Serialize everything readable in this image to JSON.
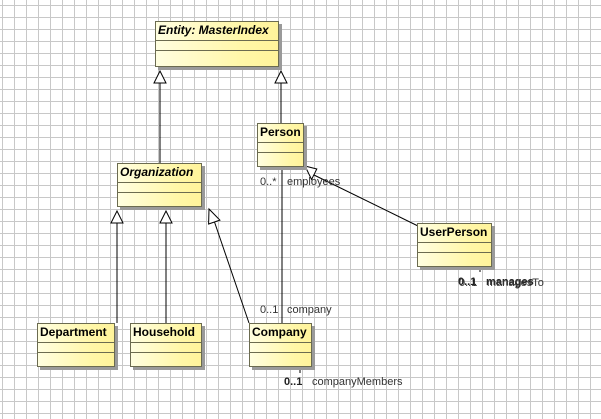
{
  "classes": {
    "master_index": {
      "name": "Entity: MasterIndex"
    },
    "person": {
      "name": "Person"
    },
    "organization": {
      "name": "Organization"
    },
    "user_person": {
      "name": "UserPerson"
    },
    "department": {
      "name": "Department"
    },
    "household": {
      "name": "Household"
    },
    "company": {
      "name": "Company"
    }
  },
  "association_labels": {
    "employees_multiplicity": "0..*",
    "employees_role": "employees",
    "company_multiplicity": "0..1",
    "company_role": "company",
    "manages_multiplicity": "0..1",
    "manages_role": "manages",
    "manages_to_multiplicity": "0..1",
    "manages_to_role": "managesTo",
    "company_members_multiplicity": "0..1",
    "company_members_role": "companyMembers"
  }
}
